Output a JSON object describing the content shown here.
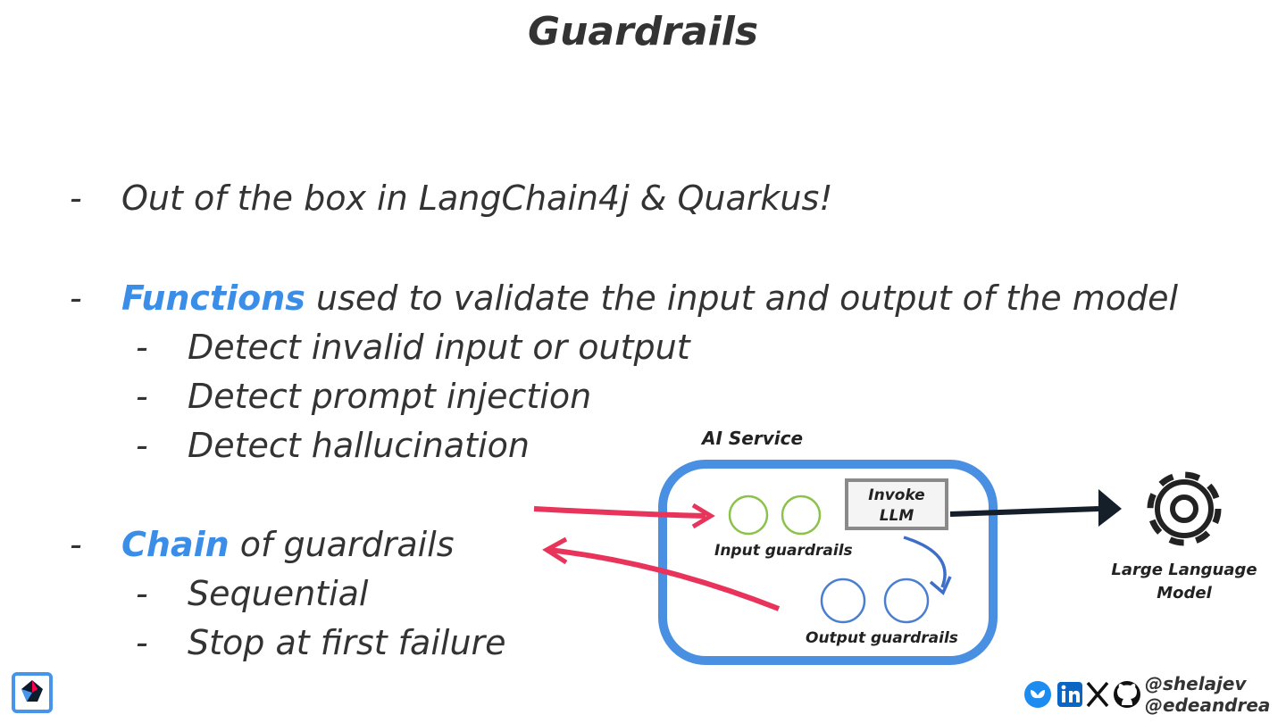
{
  "title": "Guardrails",
  "bullets": {
    "b1": "Out of the box in LangChain4j & Quarkus!",
    "b2_highlight": "Functions",
    "b2_rest": " used to validate the input and output of the model",
    "b2_sub": [
      "Detect invalid input or output",
      "Detect prompt injection",
      "Detect hallucination"
    ],
    "b3_highlight": "Chain",
    "b3_rest": " of guardrails",
    "b3_sub": [
      "Sequential",
      "Stop at first failure"
    ],
    "dash": "-"
  },
  "diagram": {
    "service_label": "AI Service",
    "invoke_line1": "Invoke",
    "invoke_line2": "LLM",
    "input_label": "Input guardrails",
    "output_label": "Output guardrails",
    "llm_line1": "Large Language",
    "llm_line2": "Model"
  },
  "footer": {
    "handle1": "@shelajev",
    "handle2": "@edeandrea",
    "icons": [
      "bluesky-icon",
      "linkedin-icon",
      "x-icon",
      "github-icon"
    ]
  },
  "colors": {
    "accent": "#3b8ee8",
    "service_box": "#4a90e2",
    "arrow_red": "#e8345a",
    "guardrail_green": "#8bc34a",
    "guardrail_blue": "#4a7fd0"
  }
}
